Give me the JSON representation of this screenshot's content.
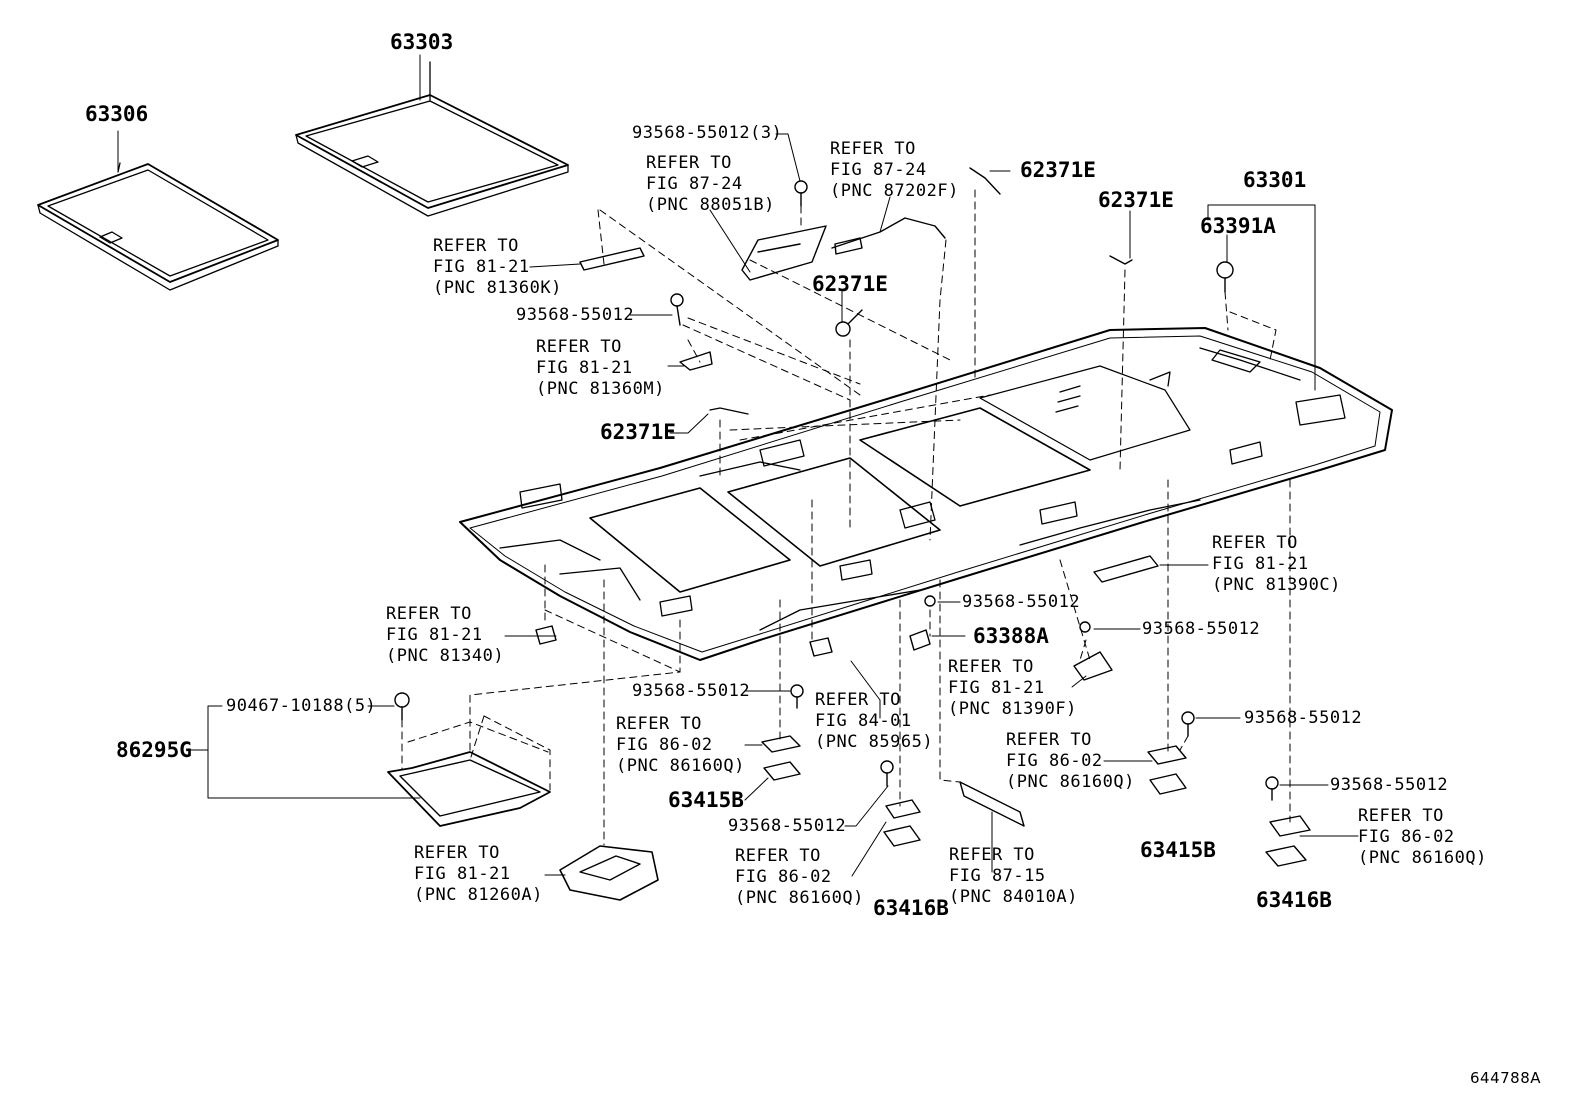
{
  "diagram": {
    "labels": {
      "p63306": "63306",
      "p63303": "63303",
      "p63301": "63301",
      "p63391A": "63391A",
      "p62371E_a": "62371E",
      "p62371E_b": "62371E",
      "p62371E_c": "62371E",
      "p62371E_d": "62371E",
      "p63388A": "63388A",
      "p86295G": "86295G",
      "p63415B_a": "63415B",
      "p63415B_b": "63415B",
      "p63416B_a": "63416B",
      "p63416B_b": "63416B",
      "s93568_3": "93568-55012(3)",
      "s93568_a": "93568-55012",
      "s93568_b": "93568-55012",
      "s93568_c": "93568-55012",
      "s93568_d": "93568-55012",
      "s93568_e": "93568-55012",
      "s93568_f": "93568-55012",
      "s93568_g": "93568-55012",
      "s90467": "90467-10188(5)"
    },
    "refs": {
      "r88051B": "REFER TO\nFIG 87-24\n(PNC 88051B)",
      "r87202F": "REFER TO\nFIG 87-24\n(PNC 87202F)",
      "r81360K": "REFER TO\nFIG 81-21\n(PNC 81360K)",
      "r81360M": "REFER TO\nFIG 81-21\n(PNC 81360M)",
      "r81390C": "REFER TO\nFIG 81-21\n(PNC 81390C)",
      "r81340": "REFER TO\nFIG 81-21\n(PNC 81340)",
      "r81390F": "REFER TO\nFIG 81-21\n(PNC 81390F)",
      "r85965": "REFER TO\nFIG 84-01\n(PNC 85965)",
      "r86160Q_a": "REFER TO\nFIG 86-02\n(PNC 86160Q)",
      "r86160Q_b": "REFER TO\nFIG 86-02\n(PNC 86160Q)",
      "r86160Q_c": "REFER TO\nFIG 86-02\n(PNC 86160Q)",
      "r86160Q_d": "REFER TO\nFIG 86-02\n(PNC 86160Q)",
      "r81260A": "REFER TO\nFIG 81-21\n(PNC 81260A)",
      "r84010A": "REFER TO\nFIG 87-15\n(PNC 84010A)"
    },
    "figure_id": "644788A"
  }
}
